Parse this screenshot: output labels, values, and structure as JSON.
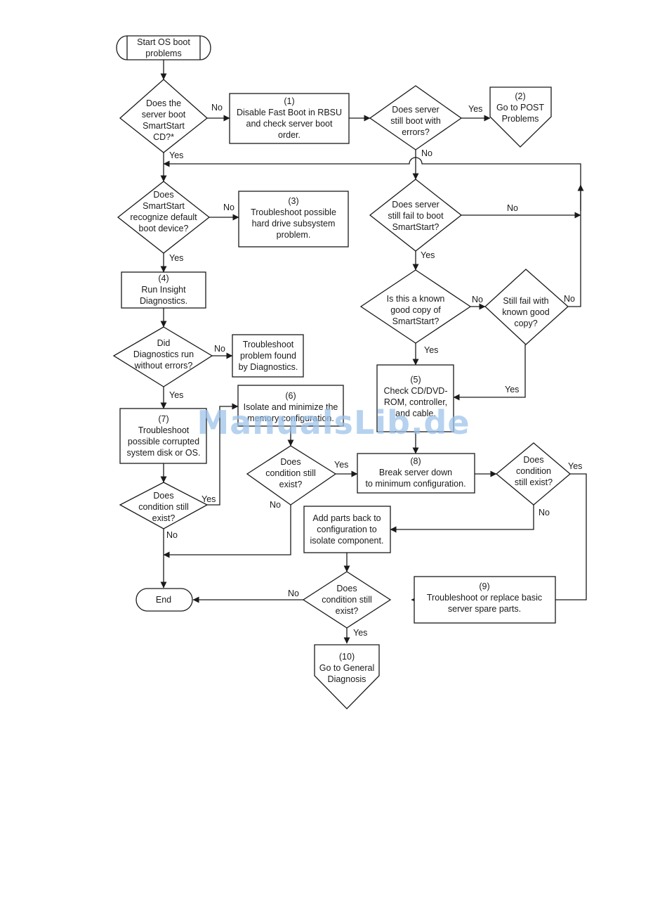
{
  "nodes": {
    "start": [
      "Start OS boot",
      "problems"
    ],
    "d_smartstart_cd": [
      "Does the",
      "server boot",
      "SmartStart",
      "CD?*"
    ],
    "b1": [
      "(1)",
      "Disable Fast Boot in RBSU",
      "and check server boot",
      "order."
    ],
    "d_still_boot_errors": [
      "Does server",
      "still boot with",
      "errors?"
    ],
    "o2": [
      "(2)",
      "Go to POST",
      "Problems"
    ],
    "d_recognize_boot": [
      "Does",
      "SmartStart",
      "recognize default",
      "boot device?"
    ],
    "b3": [
      "(3)",
      "Troubleshoot possible",
      "hard drive subsystem",
      "problem."
    ],
    "d_fail_smartstart": [
      "Does server",
      "still fail to boot",
      "SmartStart?"
    ],
    "b4": [
      "(4)",
      "Run Insight",
      "Diagnostics."
    ],
    "d_known_copy": [
      "Is this a known",
      "good copy of",
      "SmartStart?"
    ],
    "d_fail_known_copy": [
      "Still fail with",
      "known good",
      "copy?"
    ],
    "d_diag_errors": [
      "Did",
      "Diagnostics run",
      "without errors?"
    ],
    "b_diag_problem": [
      "Troubleshoot",
      "problem found",
      "by Diagnostics."
    ],
    "b5": [
      "(5)",
      "Check CD/DVD-",
      "ROM, controller,",
      "and cable."
    ],
    "b6": [
      "(6)",
      "Isolate and minimize the",
      "memory configuration."
    ],
    "b7": [
      "(7)",
      "Troubleshoot",
      "possible corrupted",
      "system disk or OS."
    ],
    "d_cond_mem": [
      "Does",
      "condition still",
      "exist?"
    ],
    "b8": [
      "(8)",
      "Break server down",
      "to minimum configuration."
    ],
    "d_cond_min": [
      "Does",
      "condition",
      "still exist?"
    ],
    "d_cond_7": [
      "Does",
      "condition still",
      "exist?"
    ],
    "b_add_parts": [
      "Add parts back to",
      "configuration to",
      "isolate component."
    ],
    "end": [
      "End"
    ],
    "d_cond_parts": [
      "Does",
      "condition still",
      "exist?"
    ],
    "b9": [
      "(9)",
      "Troubleshoot or replace basic",
      "server spare parts."
    ],
    "o10": [
      "(10)",
      "Go to General",
      "Diagnosis"
    ]
  },
  "labels": {
    "yes": "Yes",
    "no": "No"
  },
  "watermark": "ManualsLib.de"
}
